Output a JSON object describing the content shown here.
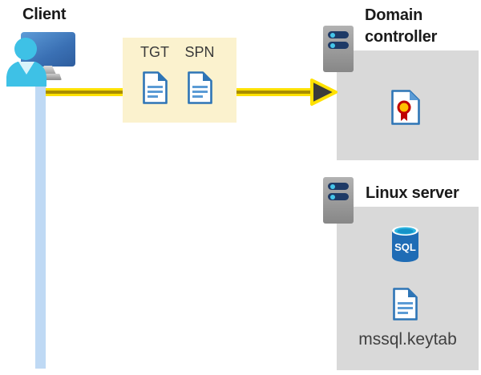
{
  "client": {
    "label": "Client"
  },
  "ticket_box": {
    "tgt_label": "TGT",
    "spn_label": "SPN"
  },
  "domain_controller": {
    "label": "Domain controller"
  },
  "linux_server": {
    "label": "Linux server",
    "sql_label": "SQL",
    "keytab_label": "mssql.keytab"
  },
  "icons": {
    "client": [
      "client-monitor-icon",
      "person-icon"
    ],
    "ticket_box": [
      "tgt-document-icon",
      "spn-document-icon"
    ],
    "domain_controller": [
      "server-icon",
      "certificate-icon"
    ],
    "linux_server": [
      "server-icon",
      "sql-database-icon",
      "keytab-document-icon"
    ],
    "flow": [
      "auth-arrow-right",
      "client-connection-line"
    ]
  },
  "colors": {
    "highlight_box": "#fbf2ce",
    "arrow_yellow": "#ffe100",
    "arrow_core": "#a98e00",
    "arrow_head": "#3b3b3b",
    "panel_gray": "#d9d9d9",
    "doc_border_blue": "#2e75b6",
    "doc_line_blue": "#5b9bd5",
    "person_cyan": "#3ec1e6",
    "connection_line_blue": "#bfd9f4",
    "sql_body_blue": "#1f6cb5",
    "sql_top_cyan": "#2eb5e0",
    "server_pill_navy": "#1e3a66",
    "server_dot_cyan": "#45c6ea",
    "rosette_red": "#c00000",
    "rosette_yellow": "#ffbf00",
    "heading_text": "#1a1a1a",
    "label_text": "#404040"
  }
}
